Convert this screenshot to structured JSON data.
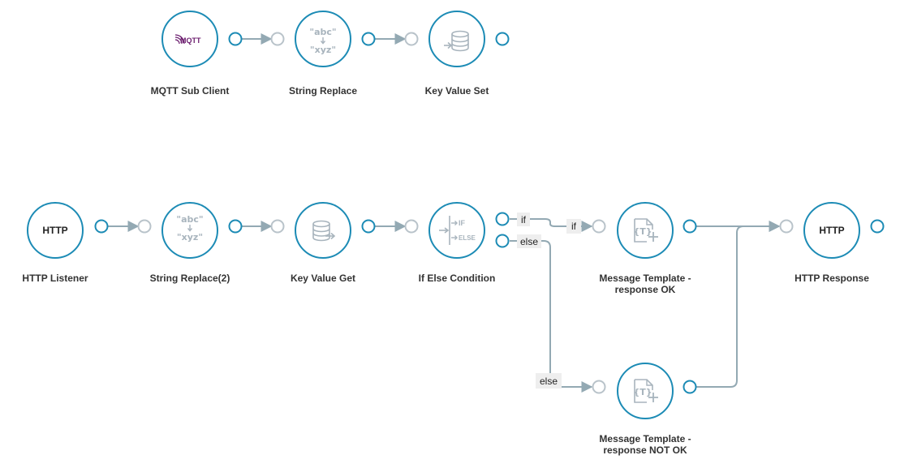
{
  "colors": {
    "node_border": "#1c8bb5",
    "port_out": "#1c8bb5",
    "port_in": "#b9c3ca",
    "edge": "#93a9b3",
    "icon_gray": "#a8b4bd",
    "mqtt_brand": "#6b1d6e"
  },
  "nodes": {
    "mqtt_sub_client": {
      "label": "MQTT Sub Client",
      "icon": "mqtt-icon",
      "icon_text": "MQTT"
    },
    "string_replace": {
      "label": "String Replace",
      "icon": "string-replace-icon",
      "icon_top": "\"abc\"",
      "icon_bottom": "\"xyz\""
    },
    "key_value_set": {
      "label": "Key Value Set",
      "icon": "database-in-icon"
    },
    "http_listener": {
      "label": "HTTP Listener",
      "icon_text": "HTTP"
    },
    "string_replace_2": {
      "label": "String Replace(2)",
      "icon": "string-replace-icon",
      "icon_top": "\"abc\"",
      "icon_bottom": "\"xyz\""
    },
    "key_value_get": {
      "label": "Key Value Get",
      "icon": "database-out-icon"
    },
    "if_else_condition": {
      "label": "If Else Condition",
      "icon": "if-else-icon",
      "icon_if": "IF",
      "icon_else": "ELSE"
    },
    "message_template_ok": {
      "label_lines": [
        "Message Template -",
        "response OK"
      ],
      "icon": "template-icon",
      "icon_text": "{T}"
    },
    "message_template_not_ok": {
      "label_lines": [
        "Message Template -",
        "response NOT OK"
      ],
      "icon": "template-icon",
      "icon_text": "{T}"
    },
    "http_response": {
      "label": "HTTP Response",
      "icon_text": "HTTP"
    }
  },
  "edge_labels": {
    "if_port": "if",
    "else_port": "else",
    "if_target": "if",
    "else_target": "else"
  }
}
